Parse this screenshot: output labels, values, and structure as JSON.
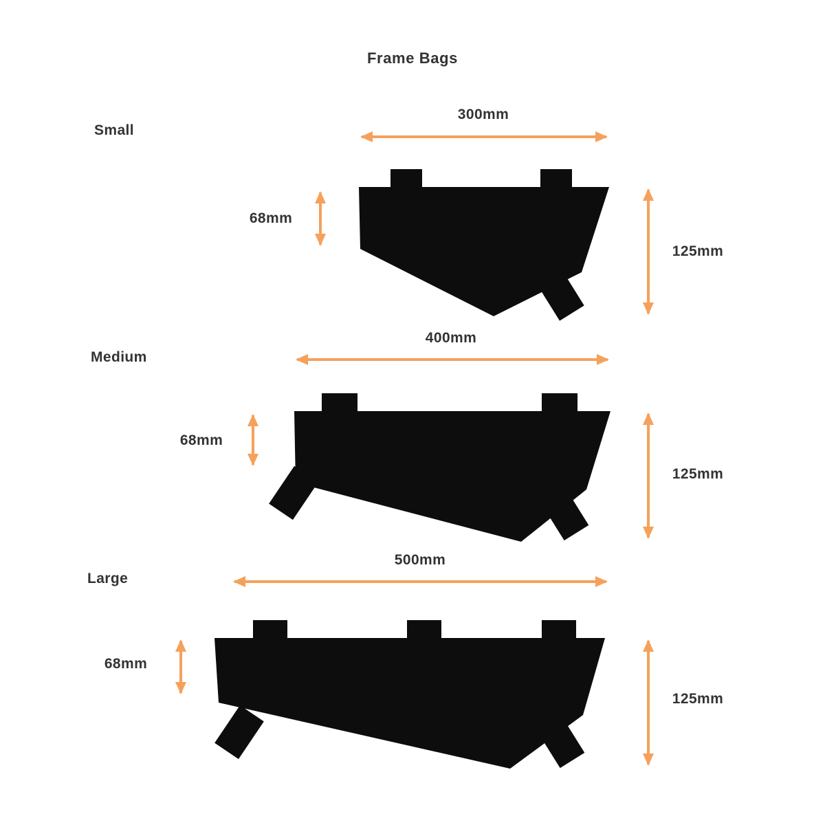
{
  "title": "Frame Bags",
  "colors": {
    "arrow": "#F5A15C",
    "bag": "#0D0D0D",
    "text": "#333333",
    "background": "#FFFFFF"
  },
  "sizes": [
    {
      "label": "Small",
      "width": "300mm",
      "strap_height": "68mm",
      "height": "125mm"
    },
    {
      "label": "Medium",
      "width": "400mm",
      "strap_height": "68mm",
      "height": "125mm"
    },
    {
      "label": "Large",
      "width": "500mm",
      "strap_height": "68mm",
      "height": "125mm"
    }
  ]
}
